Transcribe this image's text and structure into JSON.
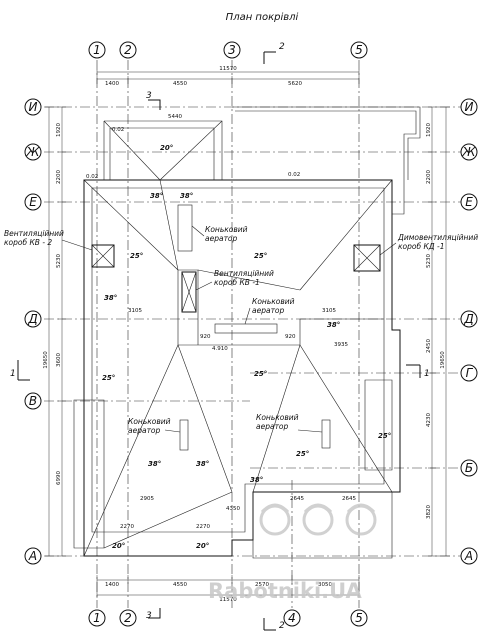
{
  "title": "План покрівлі",
  "axes_vertical": [
    "1",
    "2",
    "3",
    "4",
    "5"
  ],
  "axes_horizontal": [
    "И",
    "Ж",
    "Е",
    "Д",
    "Г",
    "В",
    "Б",
    "А"
  ],
  "top_dims": {
    "d1": "1400",
    "d2": "4550",
    "d3": "5620",
    "total": "11570"
  },
  "bottom_dims": {
    "d1": "1400",
    "d2": "4550",
    "d3": "2570",
    "d4": "3050",
    "total": "11570"
  },
  "left_dims": {
    "d1": "1920",
    "d2": "2200",
    "d3": "5230",
    "d4": "3600",
    "d5": "6990",
    "total": "19650"
  },
  "right_dims": {
    "d1": "1920",
    "d2": "2200",
    "d3": "5230",
    "d4": "2450",
    "d5": "4230",
    "d6": "3820",
    "total": "19650"
  },
  "section_marks": {
    "top_2": "2",
    "top_3": "3",
    "bottom_2": "2",
    "bottom_3": "3",
    "left_1": "1",
    "right_1": "1"
  },
  "notes": {
    "vent_kv2": "Вентиляційний\nкороб КВ - 2",
    "vent_kv1": "Вентиляційний\nкороб КВ -1",
    "flue_kd1": "Димовентиляційний\nкороб КД -1",
    "aerator_1": "Коньковий\nаератор",
    "aerator_2": "Коньковий\nаератор",
    "aerator_3": "Коньковий\nаератор",
    "aerator_4": "Коньковий\nаератор"
  },
  "slopes": [
    "20°",
    "38°",
    "38°",
    "25°",
    "25°",
    "38°",
    "38°",
    "25°",
    "25°",
    "38°",
    "38°",
    "25°",
    "20°",
    "20°",
    "25°",
    "38°"
  ],
  "small_dims": [
    "0.02",
    "0.02",
    "0.02",
    "2905",
    "2645",
    "2645",
    "4.910",
    "3105",
    "3105",
    "3935",
    "920",
    "920",
    "5440",
    "4350",
    "2270",
    "2270"
  ],
  "watermark": "Rabotniki.UA"
}
